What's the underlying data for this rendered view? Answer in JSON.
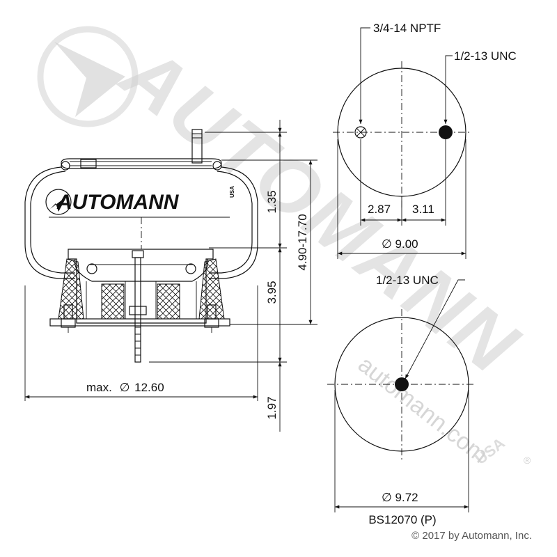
{
  "brand": {
    "logo_text": "AUTOMANN",
    "logo_mark": "USA",
    "watermark_text": "AUTOMANN",
    "watermark_url": "automann.com",
    "registered_mark": "®"
  },
  "side_view": {
    "height_upper": "1.35",
    "height_range": "4.90-17.70",
    "height_lower": "3.95",
    "stud_length": "1.97",
    "max_diameter_prefix": "max.",
    "diameter_symbol": "∅",
    "max_diameter": "12.60"
  },
  "top_view": {
    "port_label": "3/4-14 NPTF",
    "stud_label": "1/2-13 UNC",
    "offset_left": "2.87",
    "offset_right": "3.11",
    "diameter": "9.00"
  },
  "bottom_view": {
    "stud_label": "1/2-13 UNC",
    "diameter": "9.72"
  },
  "part_number": "BS12070 (P)",
  "copyright": "© 2017 by Automann, Inc."
}
